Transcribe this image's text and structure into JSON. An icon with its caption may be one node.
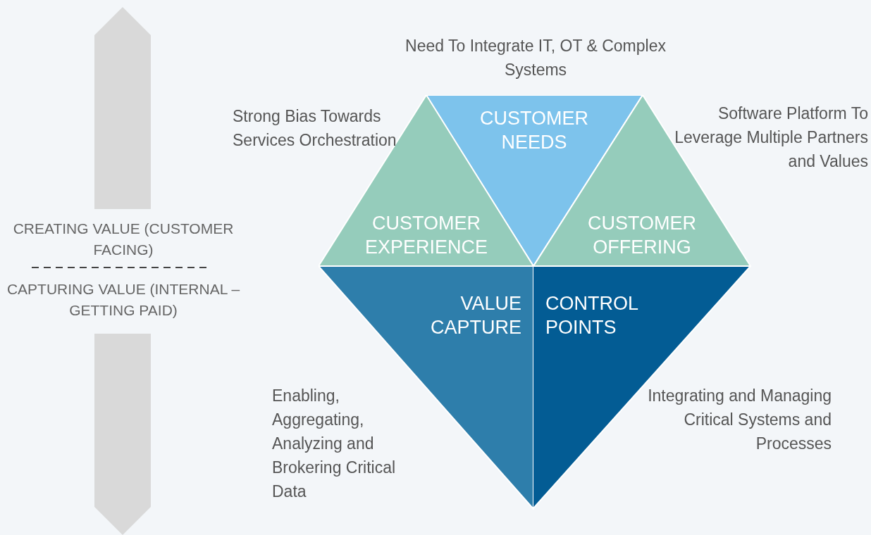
{
  "diagram": {
    "nodes": [
      {
        "text": [
          "CUSTOMER NEEDS"
        ],
        "beside": [
          "Need To Integrate IT, OT & Complex Systems"
        ]
      },
      {
        "text": [
          "CUSTOMER EXPERIENCE"
        ],
        "beside": [
          "Strong Bias Towards Services Orchestration"
        ]
      },
      {
        "text": [
          "CUSTOMER OFFERING"
        ],
        "beside": [
          "Software Platform To Leverage Multiple Partners and Values"
        ]
      },
      {
        "text": [
          "VALUE CAPTURE"
        ],
        "beside": [
          "Enabling, Aggregating, Analyzing and Brokering Critical Data"
        ]
      },
      {
        "text": [
          "CONTROL POINTS"
        ],
        "beside": [
          "Integrating and Managing Critical Systems and Processes"
        ]
      }
    ],
    "labels": [
      "CREATING VALUE (CUSTOMER FACING)",
      "CAPTURING VALUE (INTERNAL – GETTING PAID)"
    ]
  }
}
